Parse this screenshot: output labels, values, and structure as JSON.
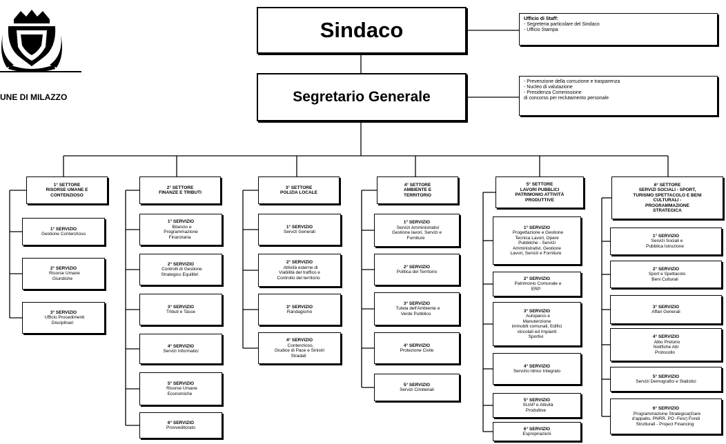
{
  "header": {
    "comune_label": "UNE DI MILAZZO",
    "logo": "coat-of-arms-icon"
  },
  "sindaco": {
    "label": "Sindaco",
    "staff": {
      "title": "Ufficio di Staff:",
      "items": [
        "- Segreteria particolare del Sindaco",
        "- Ufficio Stampa"
      ]
    }
  },
  "segretario": {
    "label": "Segretario Generale",
    "items": [
      "- Prevenzione della corruzione e trasparenza",
      "- Nucleo di valutazione",
      "- Presidenza Commissione",
      "  di concorso per reclutamento personale"
    ]
  },
  "sectors": [
    {
      "title": "1° SETTORE\nRISORSE UMANE E\nCONTENZIOSO",
      "services": [
        {
          "title": "1° SERVIZIO",
          "text": "Gestione Contenzioso"
        },
        {
          "title": "2° SERVIZIO",
          "text": "Risorse Umane\nGiuridiche"
        },
        {
          "title": "3° SERVIZIO",
          "text": "Ufficio Procedimenti\nDisciplinari"
        }
      ]
    },
    {
      "title": "2° SETTORE\nFINANZE E TRIBUTI",
      "services": [
        {
          "title": "1° SERVIZIO",
          "text": "Bilancio e\nProgrammazione\nFinanziaria"
        },
        {
          "title": "2° SERVIZIO",
          "text": "Controlli di Gestione\nStrategico Equilibri"
        },
        {
          "title": "3° SERVIZIO",
          "text": "Tributi e Tasse"
        },
        {
          "title": "4° SERVIZIO",
          "text": "Servizi Informatici"
        },
        {
          "title": "5° SERVIZIO",
          "text": "Risorse Umane\nEconomiche"
        },
        {
          "title": "6° SERVIZIO",
          "text": "Provveditorato"
        }
      ]
    },
    {
      "title": "3° SETTORE\nPOLIZIA LOCALE",
      "services": [
        {
          "title": "1° SERVIZIO",
          "text": "Servizi Generali"
        },
        {
          "title": "2° SERVIZIO",
          "text": "Attività esterne di\nViabilità del traffico e\nControllo del territorio"
        },
        {
          "title": "3° SERVIZIO",
          "text": "Randagismo"
        },
        {
          "title": "4° SERVIZIO",
          "text": "Contenzioso,\nGiudice di Pace e Sinistri\nStradali"
        }
      ]
    },
    {
      "title": "4° SETTORE\nAMBIENTE E\nTERRITORIO",
      "services": [
        {
          "title": "1° SERVIZIO",
          "text": "Servizi Amministrativi\nGestione lavori, Servizi e\nForniture"
        },
        {
          "title": "2° SERVIZIO",
          "text": "Politica del Territorio"
        },
        {
          "title": "3° SERVIZIO",
          "text": "Tutela dell'Ambiente e\nVerde Pubblico"
        },
        {
          "title": "4° SERVIZIO",
          "text": "Protezione Civile"
        },
        {
          "title": "5° SERVIZIO",
          "text": "Servizi Cimiteriali"
        }
      ]
    },
    {
      "title": "5° SETTORE\nLAVORI PUBBLICI\nPATRIMONIO ATTIVITÀ\nPRODUTTIVE",
      "services": [
        {
          "title": "1° SERVIZIO",
          "text": "Progettazione e Gestione\nTecnica Lavori, Opere\nPubbliche - Servizi\nAmministrativi, Gestione\nLavori, Servizi e Forniture"
        },
        {
          "title": "2° SERVIZIO",
          "text": "Patrimonio Comunale e\nERP"
        },
        {
          "title": "3° SERVIZIO",
          "text": "Autoparco e\nManutenzione\nimmobili comunali, Edifici\nvincolati ed Impianti\nSportivi"
        },
        {
          "title": "4° SERVIZIO",
          "text": "Servizio Idrico Integrato"
        },
        {
          "title": "5° SERVIZIO",
          "text": "SUAP e Attività\nProduttive"
        },
        {
          "title": "6° SERVIZIO",
          "text": "Espropriazioni"
        }
      ]
    },
    {
      "title": "6° SETTORE\nSERVIZI SOCIALI - SPORT,\nTURISMO SPETTACOLO E BENI\nCULTURALI -\nPROGRAMMAZIONE\nSTRATEGICA",
      "services": [
        {
          "title": "1° SERVIZIO",
          "text": "Servizi Sociali e\nPubblica Istruzione"
        },
        {
          "title": "2° SERVIZIO",
          "text": "Sport e Spettacolo\nBeni Culturali"
        },
        {
          "title": "3° SERVIZIO",
          "text": "Affari Generali"
        },
        {
          "title": "4° SERVIZIO",
          "text": "Albo Pretorio\nNotifiche Atti\nProtocollo"
        },
        {
          "title": "5° SERVIZIO",
          "text": "Servizi Demografici e Statistici"
        },
        {
          "title": "6° SERVIZIO",
          "text": "Programmazione Strategica(Gare\nd'appalto, PNRR, PO -Fesr) Fondi\nStrutturali - Project Financing"
        }
      ]
    }
  ]
}
